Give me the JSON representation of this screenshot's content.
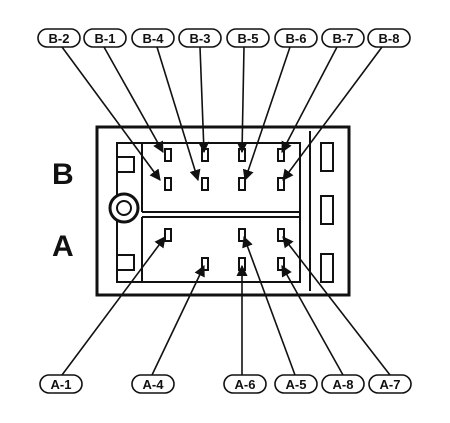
{
  "diagram": {
    "row_labels": {
      "B": "B",
      "A": "A"
    },
    "top_labels": [
      "B-2",
      "B-1",
      "B-4",
      "B-3",
      "B-5",
      "B-6",
      "B-7",
      "B-8"
    ],
    "bottom_labels": [
      "A-1",
      "A-4",
      "A-6",
      "A-5",
      "A-8",
      "A-7"
    ],
    "colors": {
      "ink": "#111111",
      "paper": "#ffffff"
    }
  }
}
